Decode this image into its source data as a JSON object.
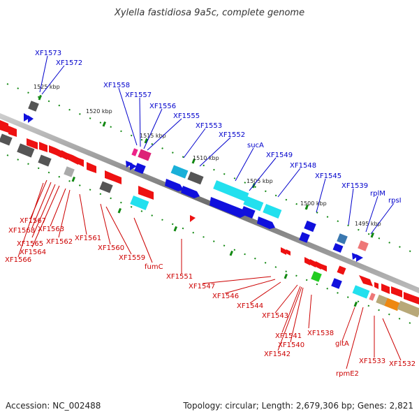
{
  "title": "Xylella fastidiosa 9a5c, complete genome",
  "footer": {
    "accession": "Accession: NC_002488",
    "summary": "Topology: circular; Length: 2,679,306 bp; Genes: 2,821"
  },
  "kbp_marks": [
    "1525 kbp",
    "1520 kbp",
    "1515 kbp",
    "1510 kbp",
    "1505 kbp",
    "1500 kbp",
    "1495 kbp"
  ],
  "top_labels": [
    "XF1573",
    "XF1572",
    "XF1558",
    "XF1557",
    "XF1556",
    "XF1555",
    "XF1553",
    "XF1552",
    "sucA",
    "XF1549",
    "XF1548",
    "XF1545",
    "XF1539",
    "rplM",
    "rpsI"
  ],
  "bottom_labels": [
    "XF1567",
    "XF1568",
    "XF1565",
    "XF1564",
    "XF1566",
    "XF1563",
    "XF1562",
    "XF1561",
    "XF1560",
    "XF1559",
    "fumC",
    "XF1551",
    "XF1547",
    "XF1546",
    "XF1544",
    "XF1543",
    "XF1541",
    "XF1540",
    "XF1542",
    "XF1538",
    "gltA",
    "rpmE2",
    "XF1533",
    "XF1532"
  ],
  "colors": {
    "forward_strand": "#0000cc",
    "reverse_strand": "#cc0000",
    "backbone": "#888888",
    "tick": "#118811"
  }
}
